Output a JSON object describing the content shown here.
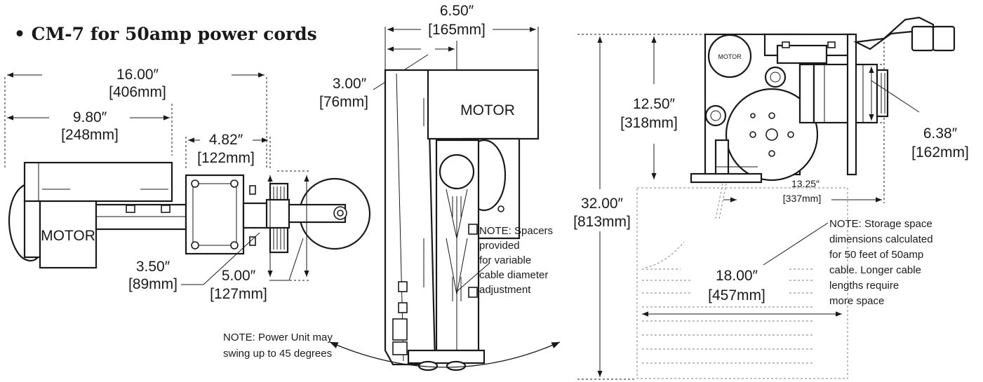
{
  "title": "• CM-7 for 50amp power cords",
  "left_view": {
    "overall_in": "16.00″",
    "overall_mm": "[406mm]",
    "partial_in": "9.80″",
    "partial_mm": "[248mm]",
    "arm_in": "4.82″",
    "arm_mm": "[122mm]",
    "width_in": "3.50″",
    "width_mm": "[89mm]",
    "wheel_in": "5.00″",
    "wheel_mm": "[127mm]",
    "motor_label": "MOTOR"
  },
  "middle_view": {
    "top_in": "6.50″",
    "top_mm": "[165mm]",
    "offset_in": "3.00″",
    "offset_mm": "[76mm]",
    "motor_label": "MOTOR",
    "note_spacers": [
      "NOTE: Spacers",
      "provided",
      "for variable",
      "cable diameter",
      "adjustment"
    ],
    "note_swing": [
      "NOTE:  Power Unit may",
      "swing up to 45 degrees"
    ]
  },
  "right_view": {
    "height_in": "12.50″",
    "height_mm": "[318mm]",
    "total_in": "32.00″",
    "total_mm": "[813mm]",
    "side_in": "6.38″",
    "side_mm": "[162mm]",
    "depth_in": "13.25″",
    "depth_mm": "[337mm]",
    "storage_in": "18.00″",
    "storage_mm": "[457mm]",
    "motor_label": "MOTOR",
    "note_storage": [
      "NOTE:  Storage space",
      "dimensions calculated",
      "for 50 feet of 50amp",
      "cable. Longer cable",
      "lengths require",
      "more space"
    ]
  }
}
